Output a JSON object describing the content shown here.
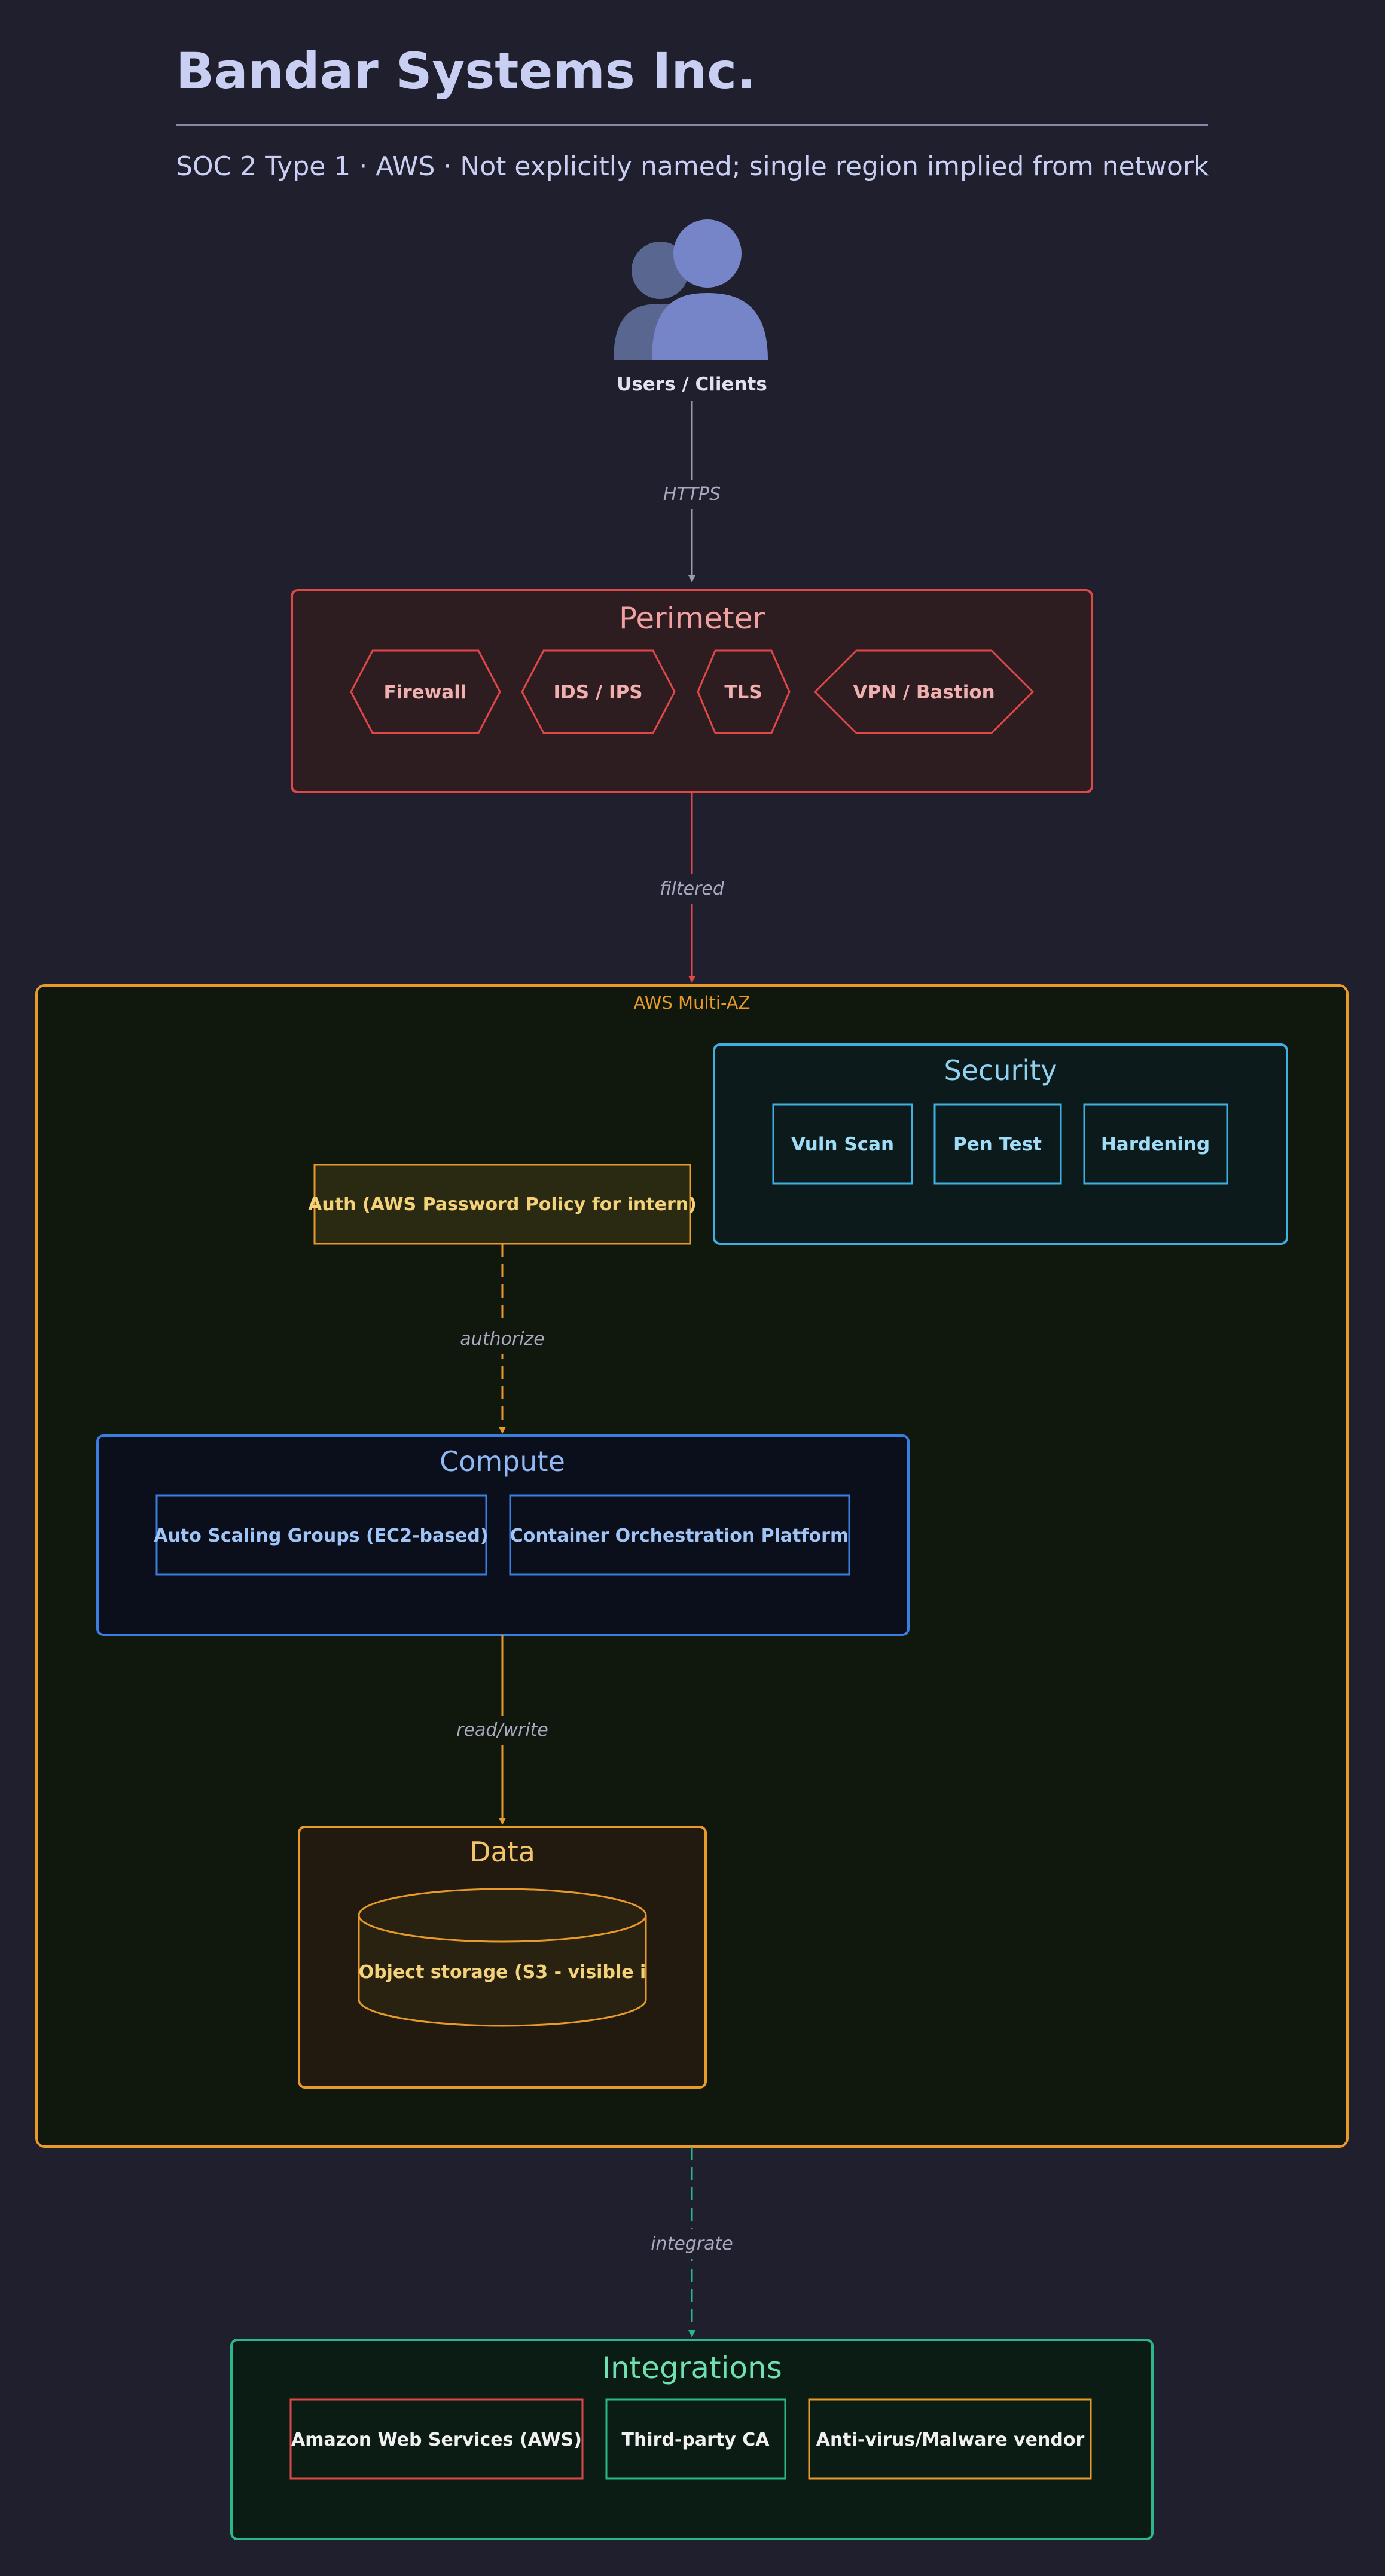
{
  "header": {
    "title": "Bandar Systems Inc.",
    "subtitle": "SOC 2 Type 1 · AWS · Not explicitly named; single region implied from network"
  },
  "users": {
    "label": "Users / Clients",
    "icon": "users-icon"
  },
  "edges": {
    "https": "HTTPS",
    "filtered": "filtered",
    "authorize": "authorize",
    "readwrite": "read/write",
    "integrate": "integrate"
  },
  "perimeter": {
    "title": "Perimeter",
    "items": [
      "Firewall",
      "IDS / IPS",
      "TLS",
      "VPN / Bastion"
    ]
  },
  "cloud": {
    "label": "AWS Multi-AZ"
  },
  "security": {
    "title": "Security",
    "items": [
      "Vuln Scan",
      "Pen Test",
      "Hardening"
    ]
  },
  "auth": {
    "label": "Auth (AWS Password Policy for intern)"
  },
  "compute": {
    "title": "Compute",
    "items": [
      "Auto Scaling Groups (EC2-based)",
      "Container Orchestration Platform"
    ]
  },
  "data": {
    "title": "Data",
    "store": "Object storage (S3 - visible i"
  },
  "integrations": {
    "title": "Integrations",
    "items": [
      "Amazon Web Services (AWS)",
      "Third-party CA",
      "Anti-virus/Malware vendor"
    ]
  },
  "colors": {
    "background": "#1f1f2e",
    "perimeter": "#e04848",
    "cloud": "#e89a2a",
    "security": "#3fb0e0",
    "compute": "#3a7fe0",
    "integrations": "#2ab88a",
    "text_light": "#cdd3f0",
    "users_icon": "#7585c8"
  }
}
